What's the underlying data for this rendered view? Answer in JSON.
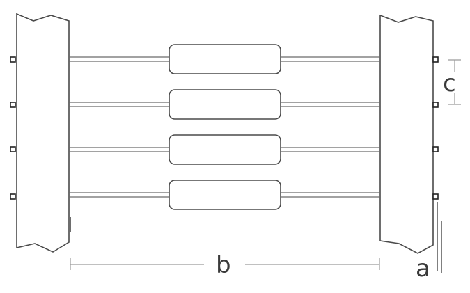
{
  "labels": {
    "a": "a",
    "b": "b",
    "c": "c"
  },
  "strand_count": 4,
  "colors": {
    "line": "#4a4a4a",
    "dimension": "#9a9a9a",
    "label": "#3a3a3a"
  }
}
